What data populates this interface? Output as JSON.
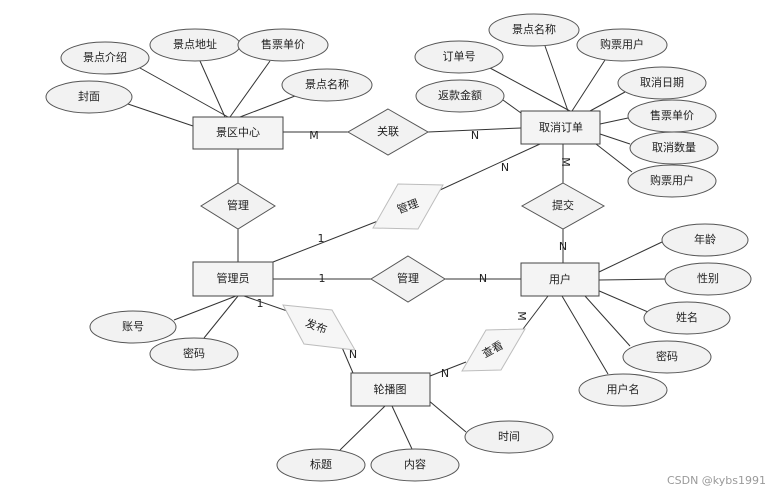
{
  "entities": {
    "scenic_center": "景区中心",
    "cancel_order": "取消订单",
    "admin": "管理员",
    "user": "用户",
    "carousel": "轮播图"
  },
  "relationships": {
    "associate": "关联",
    "manage_scenic": "管理",
    "manage_cancel": "管理",
    "manage_user": "管理",
    "submit": "提交",
    "publish": "发布",
    "view": "查看"
  },
  "attributes": {
    "scenic_intro": "景点介绍",
    "scenic_address": "景点地址",
    "ticket_price_sc": "售票单价",
    "scenic_name_sc": "景点名称",
    "cover": "封面",
    "order_no": "订单号",
    "scenic_name_co": "景点名称",
    "buyer_top": "购票用户",
    "cancel_date": "取消日期",
    "refund_amount": "返款金额",
    "ticket_price_co": "售票单价",
    "cancel_qty": "取消数量",
    "buyer_bottom": "购票用户",
    "account": "账号",
    "password_admin": "密码",
    "age": "年龄",
    "gender": "性别",
    "name": "姓名",
    "password_user": "密码",
    "username": "用户名",
    "title": "标题",
    "content": "内容",
    "time": "时间"
  },
  "cardinalities": {
    "sc_assoc": "M",
    "assoc_co": "N",
    "co_submit": "M",
    "submit_user": "N",
    "admin_mgr_co": "1",
    "mgr_co": "N",
    "admin_mgr_user": "1",
    "mgr_user": "N",
    "admin_publish": "1",
    "publish_carousel": "N",
    "carousel_view": "N",
    "view_user": "M"
  },
  "watermark": "CSDN @kybs1991"
}
